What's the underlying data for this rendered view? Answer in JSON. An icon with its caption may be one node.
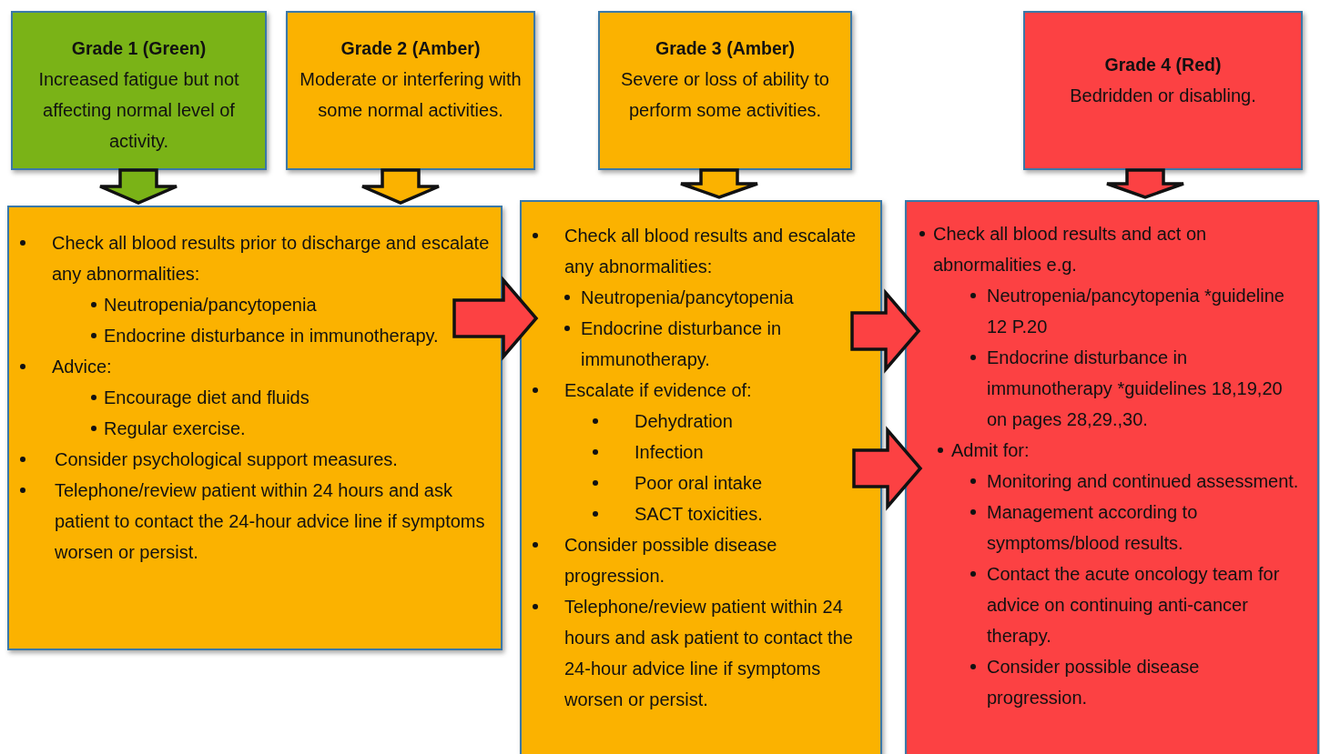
{
  "diagram": {
    "nodes": [
      {
        "text": [
          "Grade 1 (Green)",
          "Increased fatigue but not affecting normal level of activity."
        ]
      },
      {
        "text": [
          "Grade 2 (Amber)",
          "Moderate or interfering with some normal activities."
        ]
      },
      {
        "text": [
          "Grade 3 (Amber)",
          "Severe or loss of ability to perform some activities."
        ]
      },
      {
        "text": [
          "Grade 4 (Red)",
          "Bedridden or disabling."
        ]
      },
      {
        "text": [
          "Check all blood results prior to discharge and escalate any abnormalities:",
          "Neutropenia/pancytopenia",
          "Endocrine disturbance in immunotherapy.",
          "Advice:",
          "Encourage diet and fluids",
          "Regular exercise.",
          "Consider psychological support measures.",
          "Telephone/review patient within 24 hours and ask patient to contact the 24-hour advice line if symptoms worsen or persist."
        ]
      },
      {
        "text": [
          "Check all blood results and escalate any abnormalities:",
          "Neutropenia/pancytopenia",
          "Endocrine disturbance in immunotherapy.",
          "Escalate if evidence of:",
          "Dehydration",
          "Infection",
          "Poor oral intake",
          "SACT toxicities.",
          "Consider possible disease progression.",
          "Telephone/review patient within 24 hours and ask patient to contact the 24-hour advice line if symptoms worsen or persist."
        ]
      },
      {
        "text": [
          "Check all blood results and act on abnormalities e.g.",
          "Neutropenia/pancytopenia *guideline 12  P.20",
          "Endocrine disturbance in immunotherapy *guidelines 18,19,20 on pages 28,29.,30.",
          "Admit for:",
          "Monitoring and continued assessment.",
          "Management according to symptoms/blood results.",
          "Contact the acute oncology team for advice on continuing anti-cancer therapy.",
          "Consider possible disease progression."
        ]
      }
    ],
    "edges": [
      {
        "from": 0,
        "to": 4,
        "arrow": "to",
        "color": "#7ab317"
      },
      {
        "from": 1,
        "to": 4,
        "arrow": "to",
        "color": "#fbb200"
      },
      {
        "from": 2,
        "to": 5,
        "arrow": "to",
        "color": "#fbb200"
      },
      {
        "from": 3,
        "to": 6,
        "arrow": "to"
      },
      {
        "from": 4,
        "to": 5,
        "arrow": "to"
      },
      {
        "from": 5,
        "to": 6,
        "arrow": "to"
      },
      {
        "from": 5,
        "to": 6,
        "arrow": "to"
      }
    ]
  }
}
